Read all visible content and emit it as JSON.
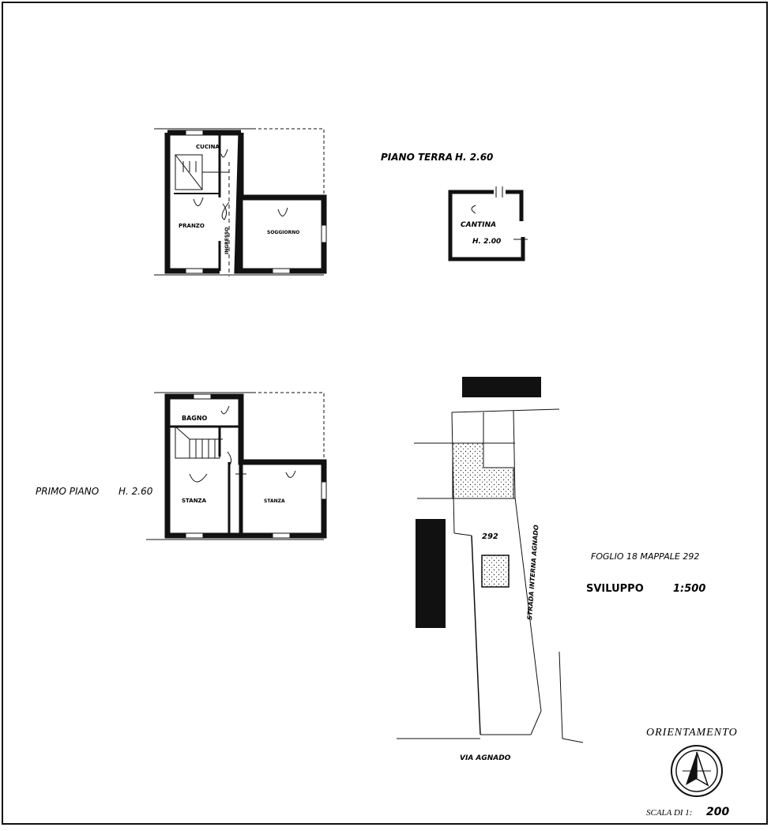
{
  "ground_floor": {
    "title": "PIANO TERRA",
    "height": "H. 2.60",
    "rooms": {
      "kitchen": "CUCINA",
      "dining": "PRANZO",
      "living": "SOGGIORNO",
      "entrance": "INGRESSO"
    }
  },
  "cellar": {
    "label": "CANTINA",
    "height": "H. 2.00"
  },
  "first_floor": {
    "title": "PRIMO PIANO",
    "height": "H. 2.60",
    "rooms": {
      "bathroom": "BAGNO",
      "room_left": "STANZA",
      "room_right": "STANZA"
    }
  },
  "site_plan": {
    "parcel_number": "292",
    "road_side": "STRADA INTERNA AGNADO",
    "road_bottom": "VIA AGNADO",
    "sheet_info": "FOGLIO 18 MAPPALE 292",
    "scale_label": "SVILUPPO",
    "scale_value": "1:500"
  },
  "orientation": {
    "label": "ORIENTAMENTO"
  },
  "scale": {
    "label": "SCALA DI 1:",
    "value": "200"
  }
}
